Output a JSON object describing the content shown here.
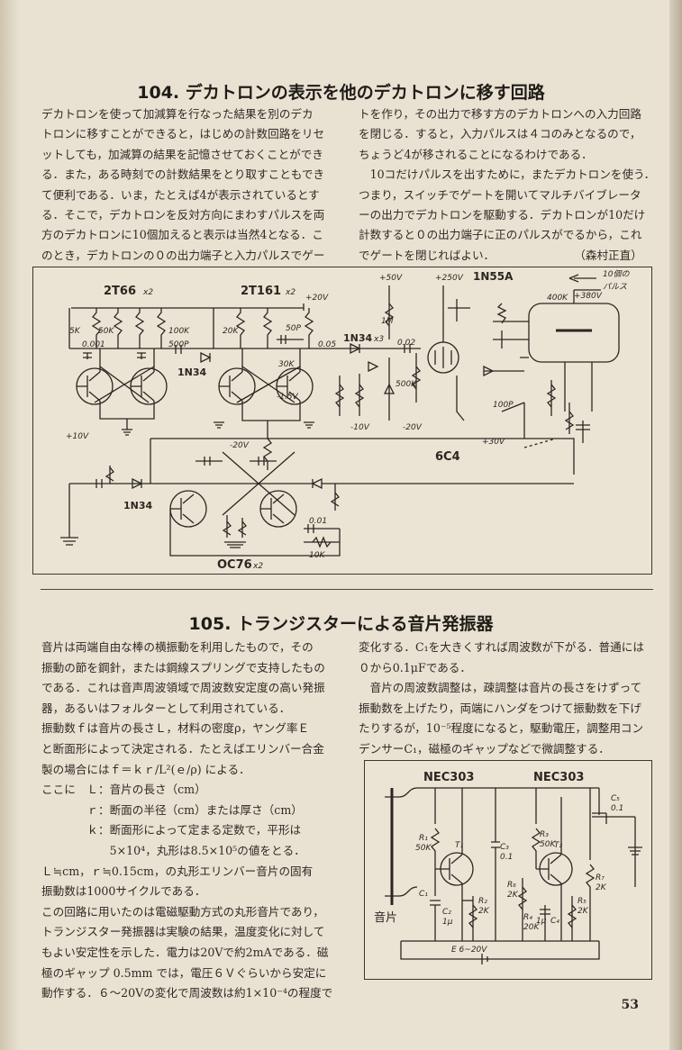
{
  "section104": {
    "title": "104. デカトロンの表示を他のデカトロンに移す回路",
    "left_col": [
      "デカトロンを使って加減算を行なった結果を別のデカ",
      "トロンに移すことができると，はじめの計数回路をリセ",
      "ットしても，加減算の結果を記憶させておくことができ",
      "る．また，ある時刻での計数結果をとり取すこともでき",
      "て便利である．いま，たとえば4が表示されているとす",
      "る．そこで，デカトロンを反対方向にまわすパルスを両",
      "方のデカトロンに10個加えると表示は当然4となる．こ",
      "のとき，デカトロンの０の出力端子と入力パルスでゲー"
    ],
    "right_col": [
      "トを作り，その出力で移す方のデカトロンへの入力回路",
      "を閉じる．すると，入力パルスは４コのみとなるので，",
      "ちょうど4が移されることになるわけである．",
      "　10コだけパルスを出すために，またデカトロンを使う．",
      "つまり，スイッチでゲートを開いてマルチバイブレータ",
      "ーの出力でデカトロンを駆動する．デカトロンが10だけ",
      "計数すると０の出力端子に正のパルスがでるから，これ",
      "でゲートを閉じればよい．　　　　　　　　（森村正直）"
    ],
    "circuit": {
      "labels": {
        "t1": "2T66",
        "t1x": "x2",
        "t2": "2T161",
        "t2x": "x2",
        "d1": "1N34",
        "d2": "1N34",
        "d3": "1N34",
        "d3x": "x3",
        "d4": "1N55A",
        "tube": "6C4",
        "t3": "OC76",
        "t3x": "x2",
        "pulses": "10個の\nパルス",
        "pulses1": "10個の",
        "pulses2": "パルス",
        "v20": "+20V",
        "v50": "+50V",
        "v250": "+250V",
        "v380": "+380V",
        "vm15": "-1.5V",
        "vm10": "-10V",
        "vm20": "-20V",
        "v30": "+30V",
        "v10": "+10V",
        "vm20b": "-20V"
      },
      "values": {
        "r5k": "5K",
        "r50k": "50K",
        "c001": "0.001",
        "r100k": "100K",
        "c500p": "500P",
        "r20k": "20K",
        "c50p": "50P",
        "r30k": "30K",
        "c005": "0.05",
        "r1m": "1M",
        "c002": "0.02",
        "r500k": "500K",
        "r400k": "400K",
        "c100p": "100P",
        "r10k": "10K",
        "c001b": "0.01"
      }
    }
  },
  "section105": {
    "title": "105. トランジスターによる音片発振器",
    "left_col": [
      "音片は両端自由な棒の横振動を利用したもので，その",
      "振動の節を鋼針，または鋼線スプリングで支持したもの",
      "である．これは音声周波領域で周波数安定度の高い発振",
      "器，あるいはフォルターとして利用されている．",
      "振動数ｆは音片の長さＬ，材料の密度ρ，ヤング率Ｅ",
      "と断面形によって決定される．たとえばエリンバー合金",
      "製の場合にはｆ＝ｋｒ/L²(ｅ/ρ) による．",
      "ここに　Ｌ：音片の長さ（cm）",
      "　　　　ｒ：断面の半径（cm）または厚さ（cm）",
      "　　　　ｋ：断面形によって定まる定数で，平形は",
      "　　　　　　5×10⁴，丸形は8.5×10⁵の値をとる．",
      "Ｌ≒cm，ｒ≒0.15cm，の丸形エリンバー音片の固有",
      "振動数は1000サイクルである．",
      "この回路に用いたのは電磁駆動方式の丸形音片であり，",
      "トランジスター発振器は実験の結果，温度変化に対して",
      "もよい安定性を示した．電力は20Vで約2mAである．磁",
      "極のギャップ 0.5mm では，電圧６Ｖぐらいから安定に",
      "動作する．６～20Vの変化で周波数は約1×10⁻⁴の程度で"
    ],
    "right_col": [
      "変化する．C₁を大きくすれば周波数が下がる．普通には",
      "０から0.1μFである．",
      "　音片の周波数調整は，疎調整は音片の長さをけずって",
      "振動数を上げたり，両端にハンダをつけて振動数を下げ",
      "たりするが，10⁻⁵程度になると，駆動電圧，調整用コン",
      "デンサーC₁，磁極のギャップなどで微調整する．"
    ],
    "circuit": {
      "t1": "NEC303",
      "t2": "NEC303",
      "onpen": "音片",
      "c5": "C₅",
      "c5v": "0.1",
      "r1": "R₁",
      "r1v": "50K",
      "r3": "R₃",
      "r3v": "50K",
      "tr1": "T₁",
      "tr2": "T₂",
      "c3": "C₃",
      "c3v": "0.1",
      "r6": "R₆",
      "r6v": "2K",
      "r7": "R₇",
      "r7v": "2K",
      "r5": "R₅",
      "r5v": "2K",
      "r2": "R₂",
      "r2v": "2K",
      "r4": "R₄",
      "r4v": "20K",
      "c1": "C₁",
      "c2": "C₂",
      "c2v": "1μ",
      "c4": "C₄",
      "c4v": "1μ",
      "batt": "E 6~20V"
    }
  },
  "page_number": "53"
}
